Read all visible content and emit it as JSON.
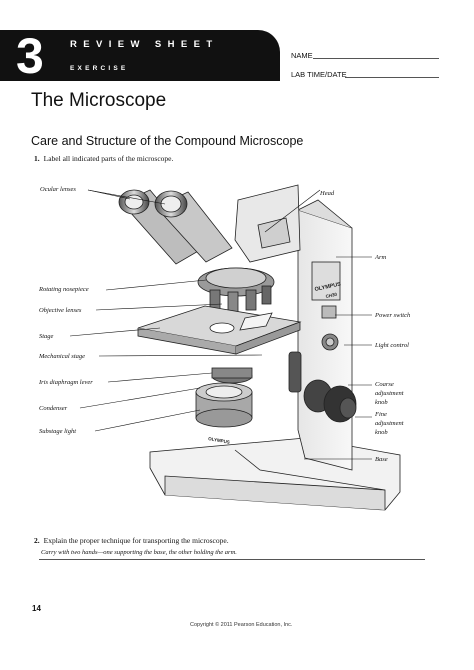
{
  "header": {
    "exercise_number": "3",
    "review_sheet": "REVIEW SHEET",
    "exercise": "EXERCISE",
    "name_label": "NAME",
    "lab_label": "LAB TIME/DATE"
  },
  "title": "The Microscope",
  "subtitle": "Care and Structure of the Compound Microscope",
  "question1": {
    "number": "1.",
    "text": "Label all indicated parts of the microscope."
  },
  "labels": {
    "ocular_lenses": "Ocular lenses",
    "head": "Head",
    "arm": "Arm",
    "rotating_nosepiece": "Rotating nosepiece",
    "objective_lenses": "Objective lenses",
    "power_switch": "Power switch",
    "stage": "Stage",
    "light_control": "Light control",
    "mechanical_stage": "Mechanical stage",
    "iris_diaphragm_lever": "Iris diaphragm lever",
    "coarse_adjustment_knob": "Coarse adjustment knob",
    "condenser": "Condenser",
    "fine_adjustment_knob": "Fine adjustment knob",
    "substage_light": "Substage light",
    "base": "Base"
  },
  "brand": {
    "name": "OLYMPUS",
    "model": "CH30"
  },
  "question2": {
    "number": "2.",
    "text": "Explain the proper technique for transporting the microscope."
  },
  "answer2": "Carry with two hands—one supporting the base, the other holding the arm.",
  "footer": {
    "page": "14",
    "copyright": "Copyright © 2011 Pearson Education, Inc."
  }
}
